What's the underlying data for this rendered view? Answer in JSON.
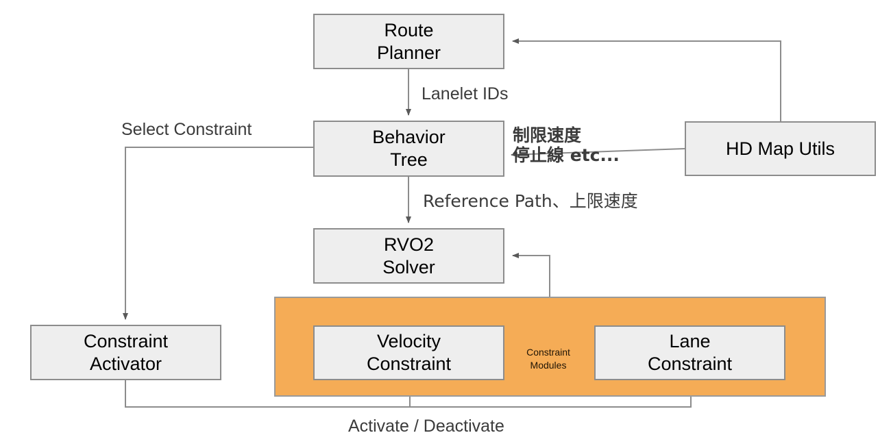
{
  "diagram": {
    "title": "Behavior Tree / RVO2 constraint architecture",
    "background_color": "#ffffff",
    "node_fill": "#eeeeee",
    "node_stroke": "#8c8c8c",
    "group_fill": "#f5ac56",
    "group_stroke": "#9a9a9a",
    "wire_color": "#8c8c8c",
    "arrow_color": "#595959",
    "nodes": [
      {
        "id": "route-planner",
        "label": "Route\nPlanner"
      },
      {
        "id": "behavior-tree",
        "label": "Behavior\nTree"
      },
      {
        "id": "hd-map-utils",
        "label": "HD Map Utils"
      },
      {
        "id": "rvo2-solver",
        "label": "RVO2\nSolver"
      },
      {
        "id": "constraint-activator",
        "label": "Constraint\nActivator"
      },
      {
        "id": "velocity-constraint",
        "label": "Velocity\nConstraint"
      },
      {
        "id": "lane-constraint",
        "label": "Lane\nConstraint"
      }
    ],
    "group": {
      "id": "constraint-modules",
      "label": "Constraint\nModules"
    },
    "edge_labels": [
      {
        "id": "lanelet-ids",
        "text": "Lanelet IDs"
      },
      {
        "id": "select-constraint",
        "text": "Select Constraint"
      },
      {
        "id": "map-attributes",
        "text": "制限速度\n停止線   etc..."
      },
      {
        "id": "reference-path",
        "text": "Reference Path、上限速度"
      },
      {
        "id": "activate-deactivate",
        "text": "Activate / Deactivate"
      }
    ]
  }
}
